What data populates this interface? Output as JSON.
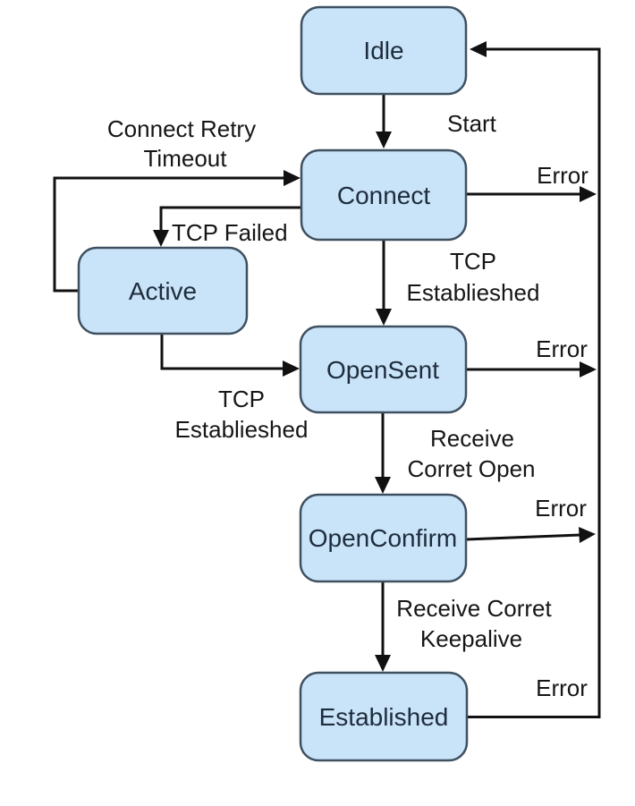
{
  "diagram": {
    "type": "state-machine",
    "states": [
      {
        "id": "idle",
        "label": "Idle"
      },
      {
        "id": "connect",
        "label": "Connect"
      },
      {
        "id": "active",
        "label": "Active"
      },
      {
        "id": "opensent",
        "label": "OpenSent"
      },
      {
        "id": "openconfirm",
        "label": "OpenConfirm"
      },
      {
        "id": "established",
        "label": "Established"
      }
    ],
    "labels": {
      "start": "Start",
      "error": "Error",
      "connect_retry": {
        "line1": "Connect Retry",
        "line2": "Timeout"
      },
      "tcp_failed": "TCP Failed",
      "tcp_establieshed": {
        "line1": "TCP",
        "line2": "Establieshed"
      },
      "receive_corret_open": {
        "line1": "Receive",
        "line2": "Corret Open"
      },
      "receive_corret_keepalive": {
        "line1": "Receive Corret",
        "line2": "Keepalive"
      }
    },
    "transitions": [
      {
        "from": "idle",
        "to": "connect",
        "label": "Start"
      },
      {
        "from": "connect",
        "to": "active",
        "label": "TCP Failed"
      },
      {
        "from": "active",
        "to": "connect",
        "label": "Connect Retry Timeout"
      },
      {
        "from": "connect",
        "to": "opensent",
        "label": "TCP Establieshed"
      },
      {
        "from": "active",
        "to": "opensent",
        "label": "TCP Establieshed"
      },
      {
        "from": "opensent",
        "to": "openconfirm",
        "label": "Receive Corret Open"
      },
      {
        "from": "openconfirm",
        "to": "established",
        "label": "Receive Corret Keepalive"
      },
      {
        "from": "connect",
        "to": "idle",
        "label": "Error"
      },
      {
        "from": "opensent",
        "to": "idle",
        "label": "Error"
      },
      {
        "from": "openconfirm",
        "to": "idle",
        "label": "Error"
      },
      {
        "from": "established",
        "to": "idle",
        "label": "Error"
      }
    ]
  },
  "colors": {
    "state_fill": "#c9e3f8",
    "state_border": "#3f5161",
    "state_text": "#1e2d3d",
    "line": "#111111",
    "label_text": "#161616",
    "background": "#ffffff"
  }
}
